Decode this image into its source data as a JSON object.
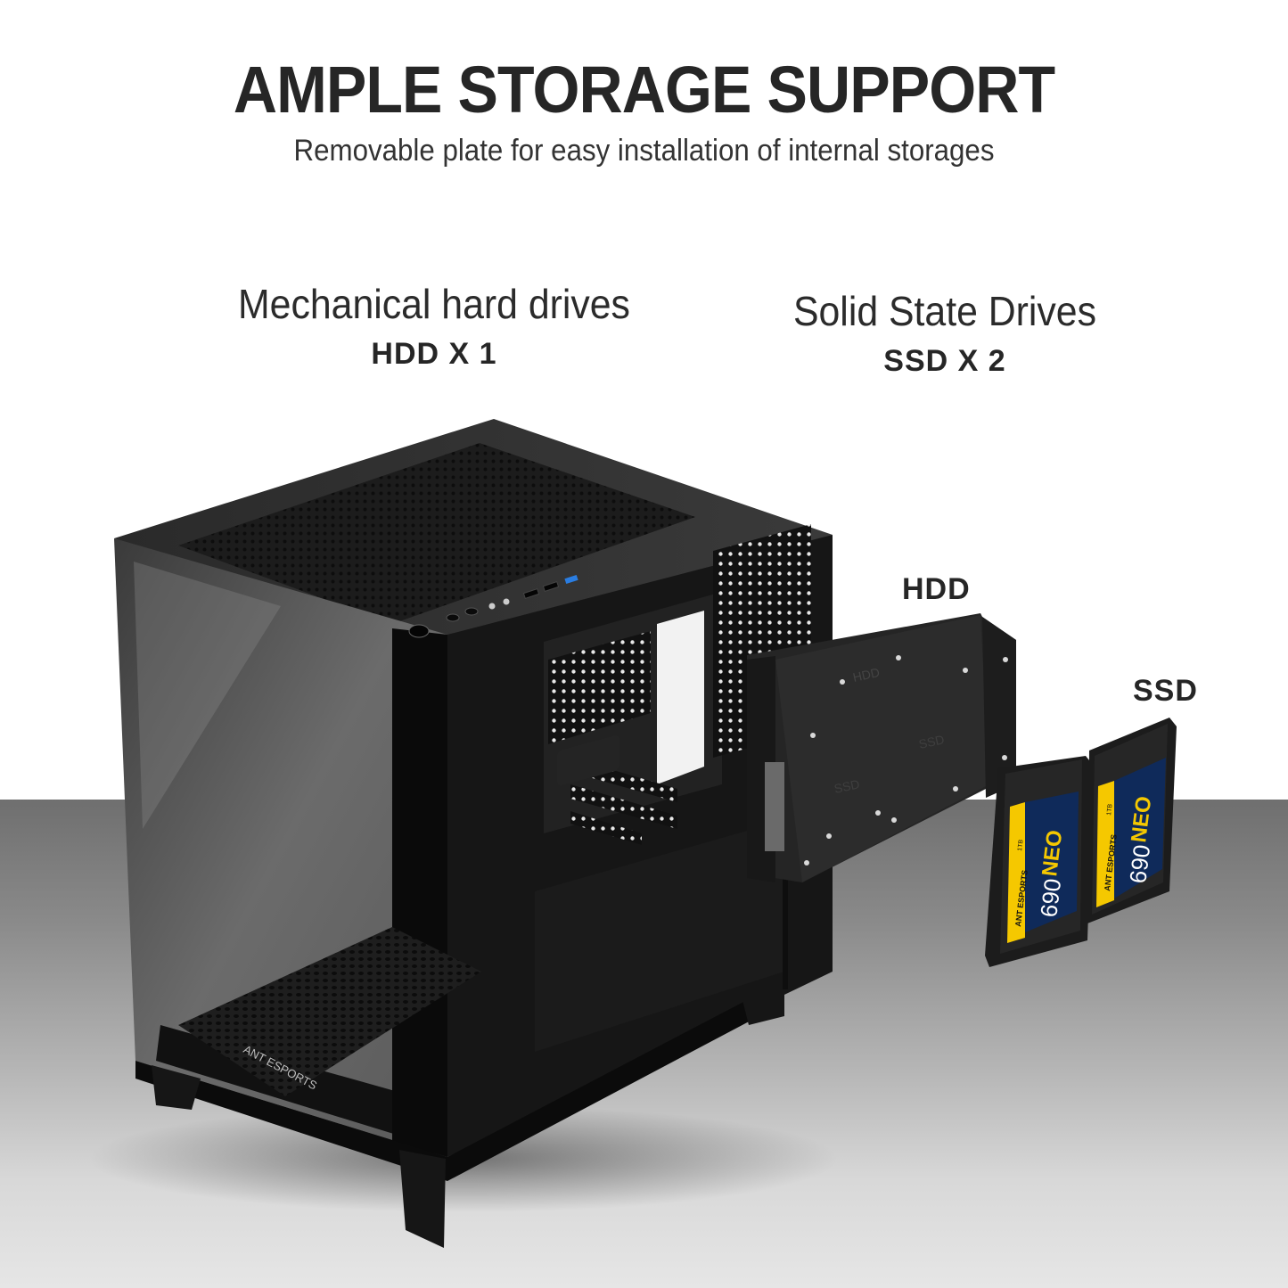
{
  "header": {
    "title": "AMPLE STORAGE SUPPORT",
    "subtitle": "Removable plate for easy installation of internal storages"
  },
  "specs": [
    {
      "name": "Mechanical hard drives",
      "count": "HDD X 1"
    },
    {
      "name": "Solid State Drives",
      "count": "SSD X 2"
    }
  ],
  "callouts": {
    "hdd": "HDD",
    "ssd": "SSD"
  },
  "product": {
    "case_brand": "ANT ESPORTS",
    "bracket_labels": {
      "top": "HDD",
      "mid": "SSD",
      "low": "SSD"
    },
    "ssd_units": [
      {
        "brand": "ANT ESPORTS",
        "model_number": "690",
        "model_suffix": "NEO",
        "capacity": "1TB"
      },
      {
        "brand": "ANT ESPORTS",
        "model_number": "690",
        "model_suffix": "NEO",
        "capacity": "1TB"
      }
    ]
  },
  "colors": {
    "text": "#262626",
    "case_black": "#1a1a1a",
    "ssd_yellow": "#f5c800",
    "ssd_navy": "#0f2a5a",
    "usb_blue": "#2a7de1"
  }
}
